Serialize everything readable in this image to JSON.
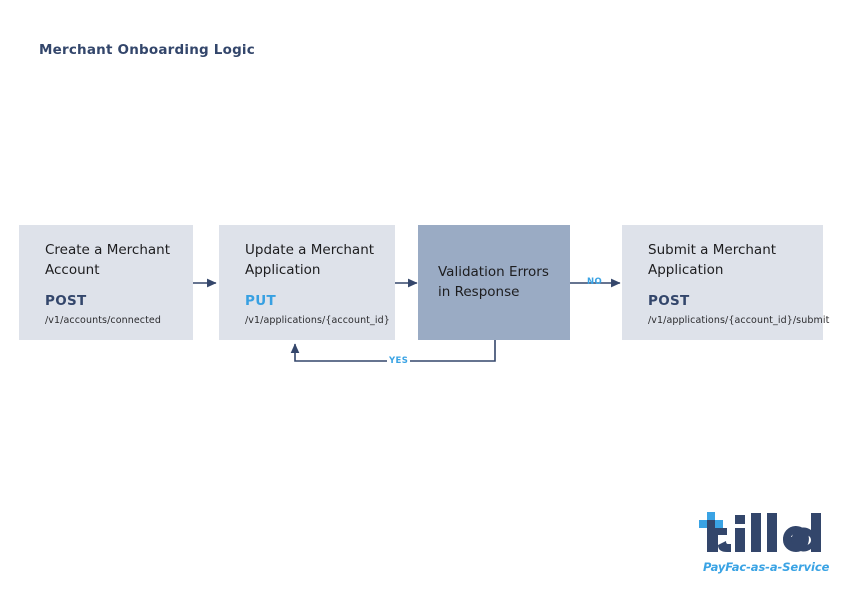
{
  "page": {
    "title": "Merchant Onboarding Logic",
    "background_color": "#ffffff"
  },
  "colors": {
    "box_fill": "#dee2ea",
    "decision_fill": "#9aabc4",
    "navy": "#33466b",
    "accent_blue": "#37a0e2",
    "connector": "#34466b",
    "text": "#1d1d1f"
  },
  "diagram": {
    "type": "flowchart",
    "nodes": [
      {
        "id": "create-account",
        "heading": "Create a Merchant Account",
        "method": "POST",
        "method_color": "#33466b",
        "path": "/v1/accounts/connected",
        "kind": "process"
      },
      {
        "id": "update-application",
        "heading": "Update a Merchant Application",
        "method": "PUT",
        "method_color": "#37a0e2",
        "path": "/v1/applications/{account_id}",
        "kind": "process"
      },
      {
        "id": "validation-errors",
        "heading": "Validation Errors in Response",
        "method": "",
        "path": "",
        "kind": "decision"
      },
      {
        "id": "submit-application",
        "heading": "Submit a Merchant Application",
        "method": "POST",
        "method_color": "#33466b",
        "path": "/v1/applications/{account_id}/submit",
        "kind": "process"
      }
    ],
    "edges": [
      {
        "id": "e1",
        "from": "create-account",
        "to": "update-application",
        "label": ""
      },
      {
        "id": "e2",
        "from": "update-application",
        "to": "validation-errors",
        "label": ""
      },
      {
        "id": "e3",
        "from": "validation-errors",
        "to": "submit-application",
        "label": "NO"
      },
      {
        "id": "e4",
        "from": "validation-errors",
        "to": "update-application",
        "label": "YES"
      }
    ]
  },
  "logo": {
    "wordmark": "tilled",
    "tagline": "PayFac-as-a-Service",
    "mark_color": "#33466b",
    "accent_color": "#3aa3e4"
  }
}
